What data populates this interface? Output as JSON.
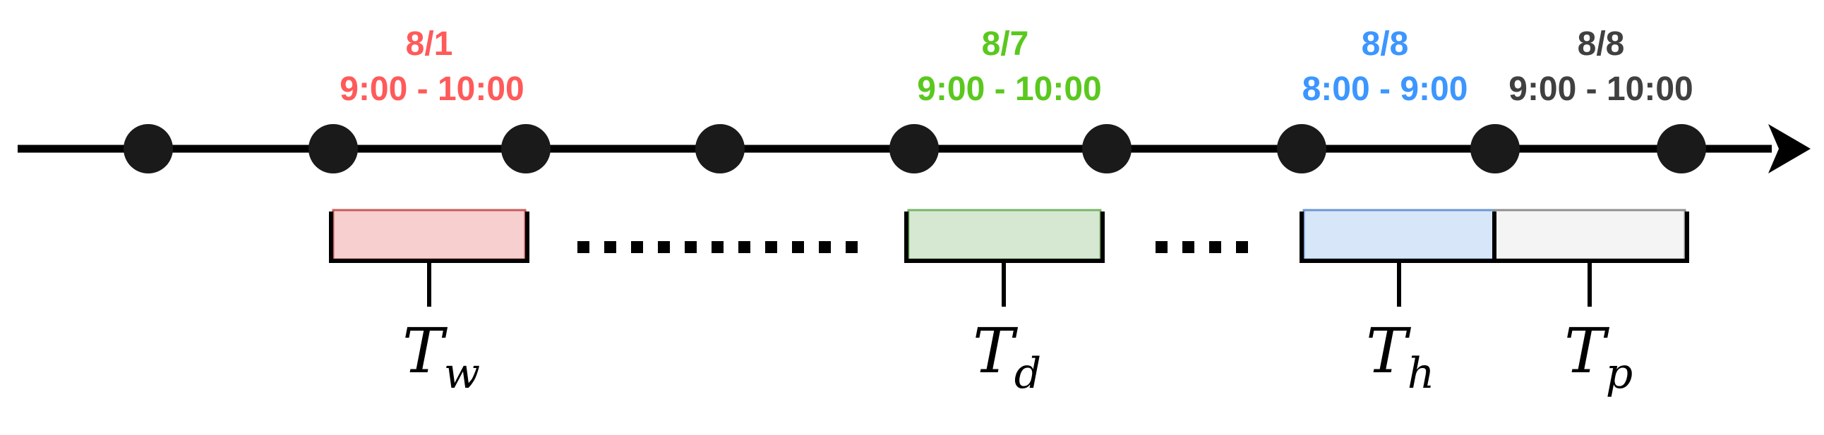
{
  "colors": {
    "axis": "#000000",
    "week": "#ff5a5a",
    "day": "#5ac81e",
    "hour": "#3c96ff",
    "present": "#404040",
    "week_fill": "#f7cfcf",
    "week_stroke": "#c95a5a",
    "day_fill": "#d6e8d2",
    "day_stroke": "#78b468",
    "hour_fill": "#d8e6fa",
    "hour_stroke": "#6c97d2",
    "present_fill": "#f4f4f4",
    "present_stroke": "#909090"
  },
  "timeline": {
    "tick_count": 9,
    "arrow_icon": "arrow-right-icon"
  },
  "periods": {
    "week": {
      "date": "8/1",
      "time": "9:00 - 10:00",
      "symbol": "T",
      "subscript": "w"
    },
    "day": {
      "date": "8/7",
      "time": "9:00 - 10:00",
      "symbol": "T",
      "subscript": "d"
    },
    "hour": {
      "date": "8/8",
      "time": "8:00 - 9:00",
      "symbol": "T",
      "subscript": "h"
    },
    "present": {
      "date": "8/8",
      "time": "9:00 - 10:00",
      "symbol": "T",
      "subscript": "p"
    }
  },
  "gaps": {
    "long": "...........",
    "short": "...."
  }
}
